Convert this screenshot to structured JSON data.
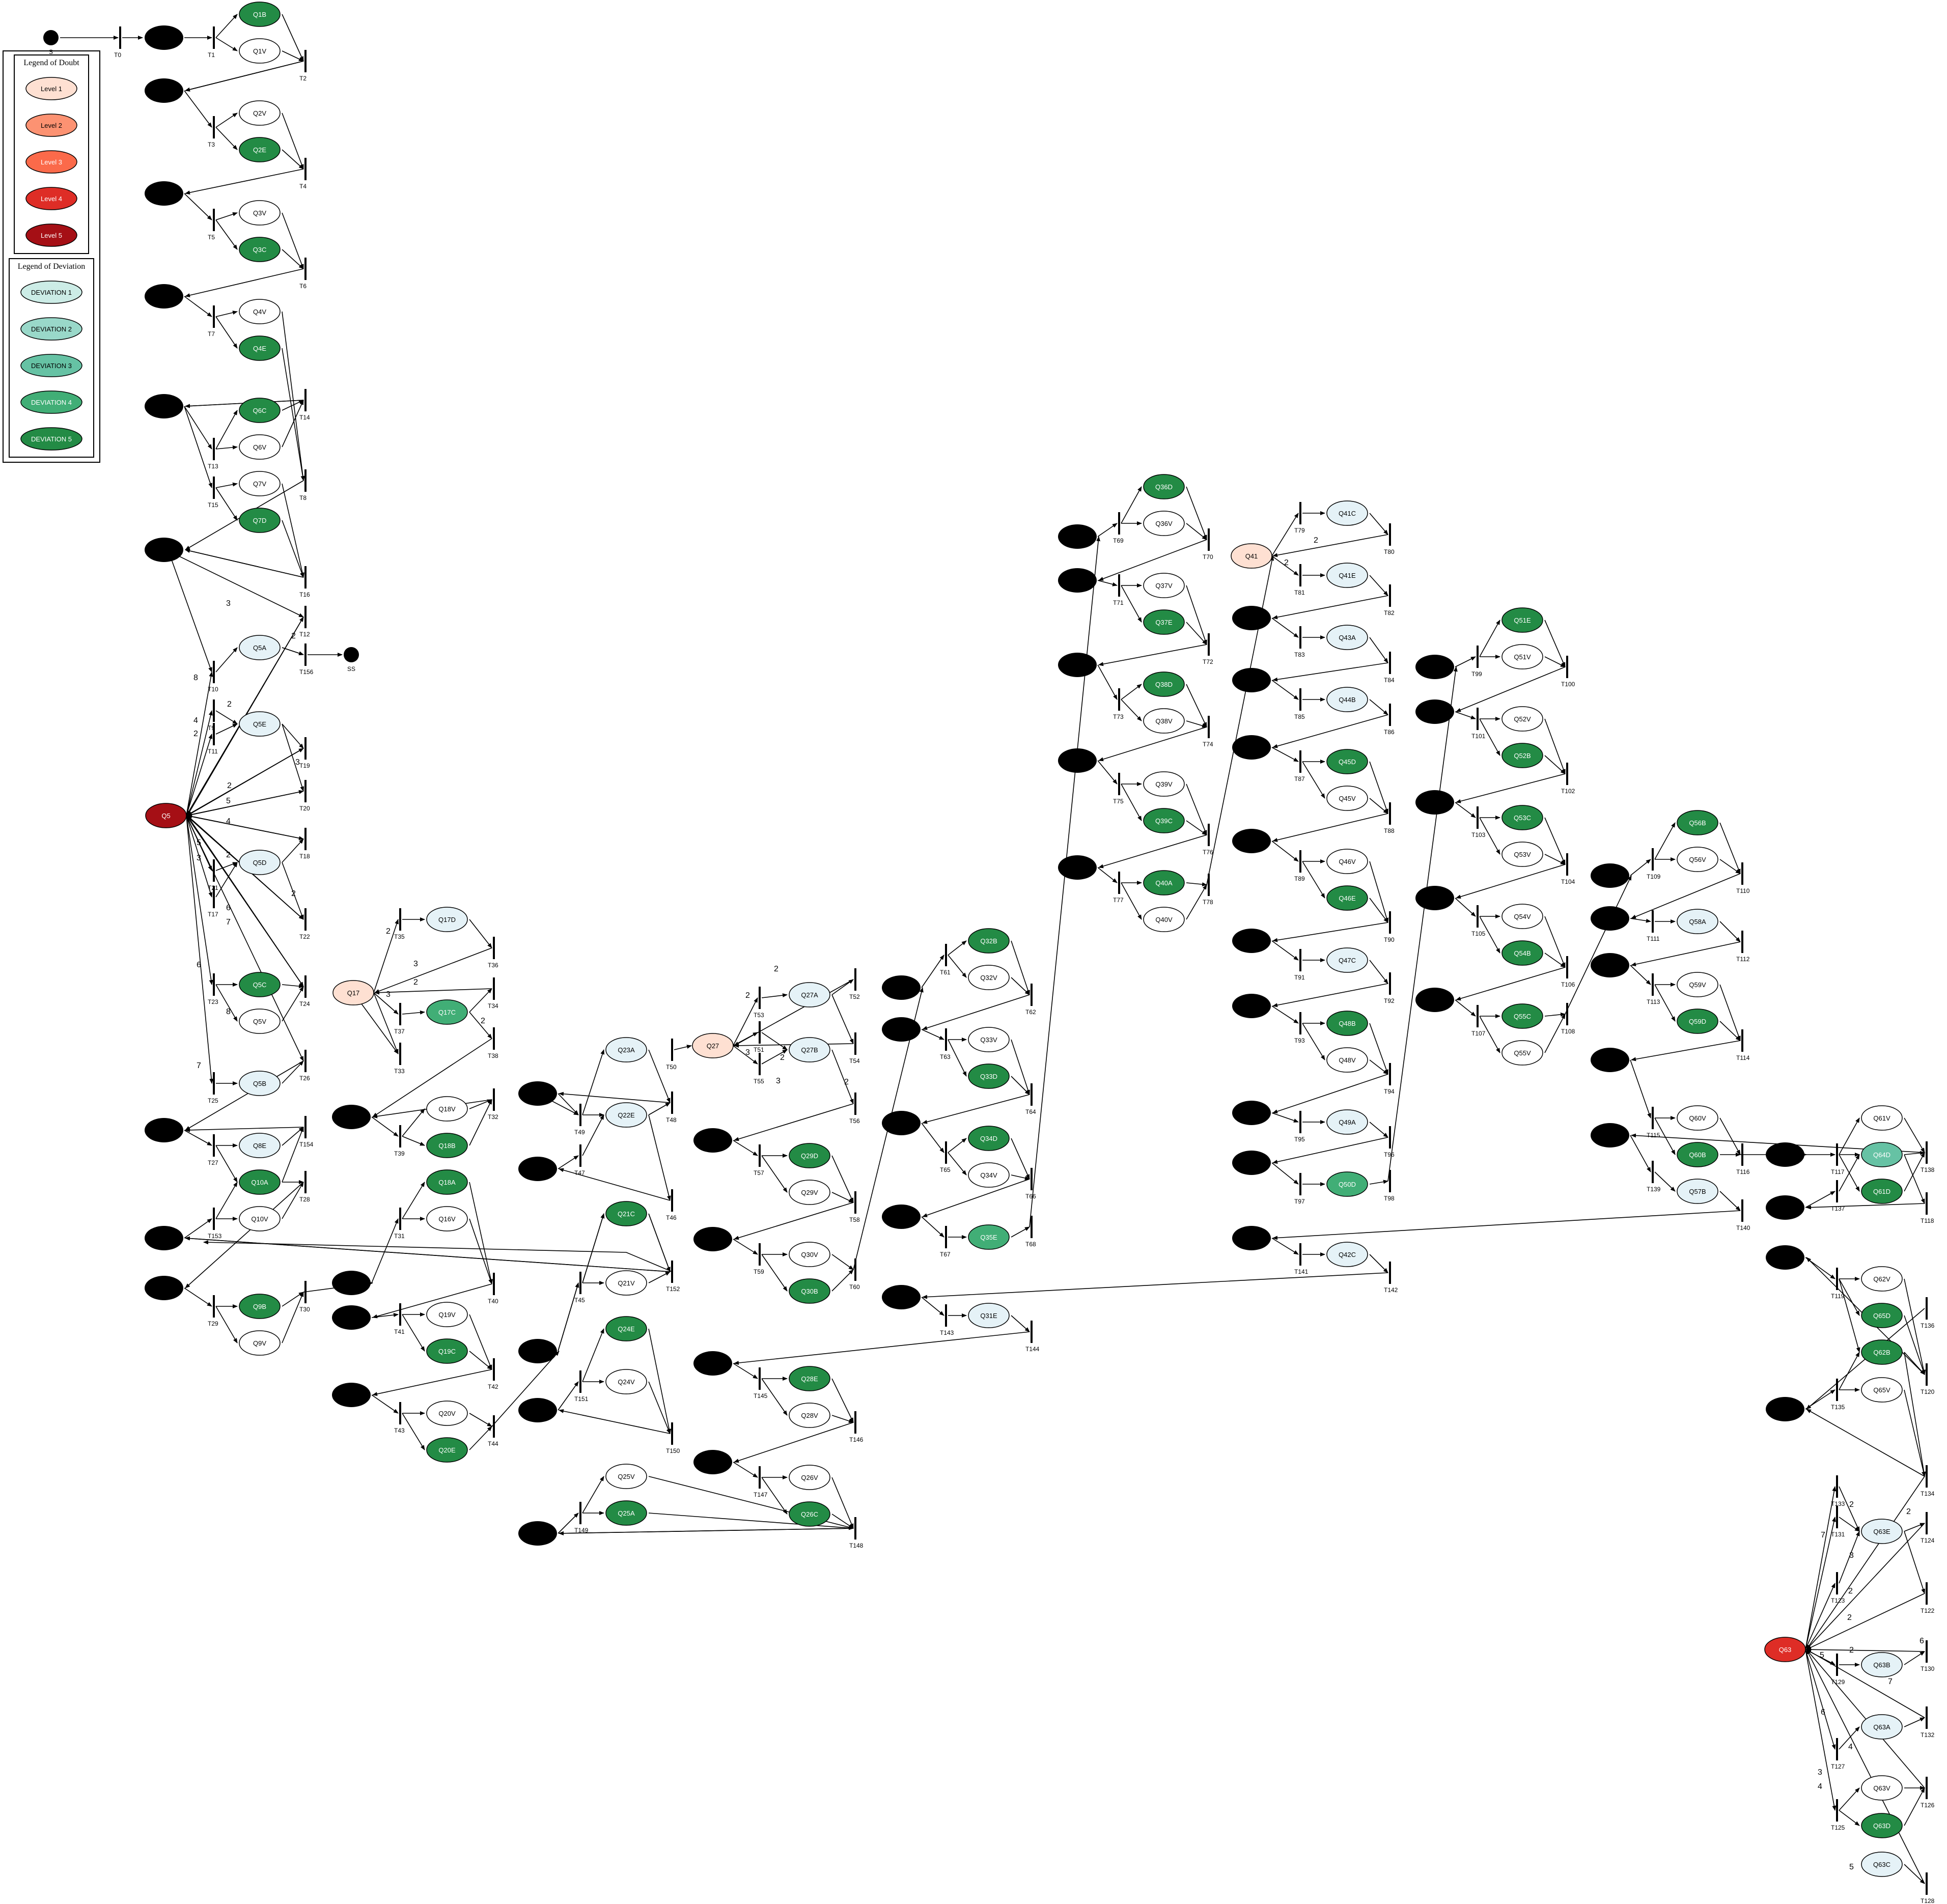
{
  "colors": {
    "level_1": "#fee0d2",
    "level_2": "#fc9272",
    "level_3": "#fb6a4a",
    "level_4": "#de2d26",
    "level_5": "#a50f15",
    "deviation_1": "#ccece6",
    "deviation_2": "#99d8c9",
    "deviation_3": "#66c2a4",
    "deviation_4": "#41ae76",
    "deviation_5": "#238b45",
    "light_blue": "#e5f2f7",
    "token": "#000000"
  },
  "legend_doubt": {
    "title": "Legend of Doubt",
    "items": [
      "Level 1",
      "Level 2",
      "Level 3",
      "Level 4",
      "Level 5"
    ]
  },
  "legend_deviation": {
    "title": "Legend of Deviation",
    "items": [
      "DEVIATION 1",
      "DEVIATION 2",
      "DEVIATION 3",
      "DEVIATION 4",
      "DEVIATION 5"
    ]
  },
  "places": [
    {
      "id": "S",
      "label": "S",
      "kind": "start"
    },
    {
      "id": "SS",
      "label": "SS",
      "kind": "end"
    },
    {
      "id": "Q1B",
      "label": "Q1B",
      "kind": "dev5"
    },
    {
      "id": "Q1V",
      "label": "Q1V",
      "kind": "plain"
    },
    {
      "id": "Q2V",
      "label": "Q2V",
      "kind": "plain"
    },
    {
      "id": "Q2E",
      "label": "Q2E",
      "kind": "dev5"
    },
    {
      "id": "Q3V",
      "label": "Q3V",
      "kind": "plain"
    },
    {
      "id": "Q3C",
      "label": "Q3C",
      "kind": "dev5"
    },
    {
      "id": "Q4V",
      "label": "Q4V",
      "kind": "plain"
    },
    {
      "id": "Q4E",
      "label": "Q4E",
      "kind": "dev5"
    },
    {
      "id": "Q6C",
      "label": "Q6C",
      "kind": "dev5"
    },
    {
      "id": "Q6V",
      "label": "Q6V",
      "kind": "plain"
    },
    {
      "id": "Q7V",
      "label": "Q7V",
      "kind": "plain"
    },
    {
      "id": "Q7D",
      "label": "Q7D",
      "kind": "dev5"
    },
    {
      "id": "Q5A",
      "label": "Q5A",
      "kind": "light"
    },
    {
      "id": "Q5E",
      "label": "Q5E",
      "kind": "light"
    },
    {
      "id": "Q5",
      "label": "Q5",
      "kind": "level5"
    },
    {
      "id": "Q5D",
      "label": "Q5D",
      "kind": "light"
    },
    {
      "id": "Q5C",
      "label": "Q5C",
      "kind": "dev5"
    },
    {
      "id": "Q5V",
      "label": "Q5V",
      "kind": "plain"
    },
    {
      "id": "Q5B",
      "label": "Q5B",
      "kind": "light"
    },
    {
      "id": "Q8E",
      "label": "Q8E",
      "kind": "light"
    },
    {
      "id": "Q10A",
      "label": "Q10A",
      "kind": "dev5"
    },
    {
      "id": "Q10V",
      "label": "Q10V",
      "kind": "plain"
    },
    {
      "id": "Q9B",
      "label": "Q9B",
      "kind": "dev5"
    },
    {
      "id": "Q9V",
      "label": "Q9V",
      "kind": "plain"
    },
    {
      "id": "Q17D",
      "label": "Q17D",
      "kind": "light"
    },
    {
      "id": "Q17",
      "label": "Q17",
      "kind": "level1"
    },
    {
      "id": "Q17C",
      "label": "Q17C",
      "kind": "dev4"
    },
    {
      "id": "Q18V",
      "label": "Q18V",
      "kind": "plain"
    },
    {
      "id": "Q18B",
      "label": "Q18B",
      "kind": "dev5"
    },
    {
      "id": "Q18A",
      "label": "Q18A",
      "kind": "dev5"
    },
    {
      "id": "Q16V",
      "label": "Q16V",
      "kind": "plain"
    },
    {
      "id": "Q19V",
      "label": "Q19V",
      "kind": "plain"
    },
    {
      "id": "Q19C",
      "label": "Q19C",
      "kind": "dev5"
    },
    {
      "id": "Q20V",
      "label": "Q20V",
      "kind": "plain"
    },
    {
      "id": "Q20E",
      "label": "Q20E",
      "kind": "dev5"
    },
    {
      "id": "Q23A",
      "label": "Q23A",
      "kind": "light"
    },
    {
      "id": "Q22E",
      "label": "Q22E",
      "kind": "light"
    },
    {
      "id": "Q21C",
      "label": "Q21C",
      "kind": "dev5"
    },
    {
      "id": "Q21V",
      "label": "Q21V",
      "kind": "plain"
    },
    {
      "id": "Q24E",
      "label": "Q24E",
      "kind": "dev5"
    },
    {
      "id": "Q24V",
      "label": "Q24V",
      "kind": "plain"
    },
    {
      "id": "Q25V",
      "label": "Q25V",
      "kind": "plain"
    },
    {
      "id": "Q25A",
      "label": "Q25A",
      "kind": "dev5"
    },
    {
      "id": "Q27",
      "label": "Q27",
      "kind": "level1"
    },
    {
      "id": "Q27A",
      "label": "Q27A",
      "kind": "light"
    },
    {
      "id": "Q27B",
      "label": "Q27B",
      "kind": "light"
    },
    {
      "id": "Q29D",
      "label": "Q29D",
      "kind": "dev5"
    },
    {
      "id": "Q29V",
      "label": "Q29V",
      "kind": "plain"
    },
    {
      "id": "Q30V",
      "label": "Q30V",
      "kind": "plain"
    },
    {
      "id": "Q30B",
      "label": "Q30B",
      "kind": "dev5"
    },
    {
      "id": "Q28E",
      "label": "Q28E",
      "kind": "dev5"
    },
    {
      "id": "Q28V",
      "label": "Q28V",
      "kind": "plain"
    },
    {
      "id": "Q26V",
      "label": "Q26V",
      "kind": "plain"
    },
    {
      "id": "Q26C",
      "label": "Q26C",
      "kind": "dev5"
    },
    {
      "id": "Q32B",
      "label": "Q32B",
      "kind": "dev5"
    },
    {
      "id": "Q32V",
      "label": "Q32V",
      "kind": "plain"
    },
    {
      "id": "Q33V",
      "label": "Q33V",
      "kind": "plain"
    },
    {
      "id": "Q33D",
      "label": "Q33D",
      "kind": "dev5"
    },
    {
      "id": "Q34D",
      "label": "Q34D",
      "kind": "dev5"
    },
    {
      "id": "Q34V",
      "label": "Q34V",
      "kind": "plain"
    },
    {
      "id": "Q35E",
      "label": "Q35E",
      "kind": "dev4"
    },
    {
      "id": "Q31E",
      "label": "Q31E",
      "kind": "light"
    },
    {
      "id": "Q36D",
      "label": "Q36D",
      "kind": "dev5"
    },
    {
      "id": "Q36V",
      "label": "Q36V",
      "kind": "plain"
    },
    {
      "id": "Q37V",
      "label": "Q37V",
      "kind": "plain"
    },
    {
      "id": "Q37E",
      "label": "Q37E",
      "kind": "dev5"
    },
    {
      "id": "Q38D",
      "label": "Q38D",
      "kind": "dev5"
    },
    {
      "id": "Q38V",
      "label": "Q38V",
      "kind": "plain"
    },
    {
      "id": "Q39V",
      "label": "Q39V",
      "kind": "plain"
    },
    {
      "id": "Q39C",
      "label": "Q39C",
      "kind": "dev5"
    },
    {
      "id": "Q40A",
      "label": "Q40A",
      "kind": "dev5"
    },
    {
      "id": "Q40V",
      "label": "Q40V",
      "kind": "plain"
    },
    {
      "id": "Q41",
      "label": "Q41",
      "kind": "level1"
    },
    {
      "id": "Q41C",
      "label": "Q41C",
      "kind": "light"
    },
    {
      "id": "Q41E",
      "label": "Q41E",
      "kind": "light"
    },
    {
      "id": "Q43A",
      "label": "Q43A",
      "kind": "light"
    },
    {
      "id": "Q44B",
      "label": "Q44B",
      "kind": "light"
    },
    {
      "id": "Q45D",
      "label": "Q45D",
      "kind": "dev5"
    },
    {
      "id": "Q45V",
      "label": "Q45V",
      "kind": "plain"
    },
    {
      "id": "Q46V",
      "label": "Q46V",
      "kind": "plain"
    },
    {
      "id": "Q46E",
      "label": "Q46E",
      "kind": "dev5"
    },
    {
      "id": "Q47C",
      "label": "Q47C",
      "kind": "light"
    },
    {
      "id": "Q48B",
      "label": "Q48B",
      "kind": "dev5"
    },
    {
      "id": "Q48V",
      "label": "Q48V",
      "kind": "plain"
    },
    {
      "id": "Q49A",
      "label": "Q49A",
      "kind": "light"
    },
    {
      "id": "Q50D",
      "label": "Q50D",
      "kind": "dev4"
    },
    {
      "id": "Q42C",
      "label": "Q42C",
      "kind": "light"
    },
    {
      "id": "Q51E",
      "label": "Q51E",
      "kind": "dev5"
    },
    {
      "id": "Q51V",
      "label": "Q51V",
      "kind": "plain"
    },
    {
      "id": "Q52V",
      "label": "Q52V",
      "kind": "plain"
    },
    {
      "id": "Q52B",
      "label": "Q52B",
      "kind": "dev5"
    },
    {
      "id": "Q53C",
      "label": "Q53C",
      "kind": "dev5"
    },
    {
      "id": "Q53V",
      "label": "Q53V",
      "kind": "plain"
    },
    {
      "id": "Q54V",
      "label": "Q54V",
      "kind": "plain"
    },
    {
      "id": "Q54B",
      "label": "Q54B",
      "kind": "dev5"
    },
    {
      "id": "Q55C",
      "label": "Q55C",
      "kind": "dev5"
    },
    {
      "id": "Q55V",
      "label": "Q55V",
      "kind": "plain"
    },
    {
      "id": "Q56B",
      "label": "Q56B",
      "kind": "dev5"
    },
    {
      "id": "Q56V",
      "label": "Q56V",
      "kind": "plain"
    },
    {
      "id": "Q58A",
      "label": "Q58A",
      "kind": "light"
    },
    {
      "id": "Q59V",
      "label": "Q59V",
      "kind": "plain"
    },
    {
      "id": "Q59D",
      "label": "Q59D",
      "kind": "dev5"
    },
    {
      "id": "Q60V",
      "label": "Q60V",
      "kind": "plain"
    },
    {
      "id": "Q60B",
      "label": "Q60B",
      "kind": "dev5"
    },
    {
      "id": "Q57B",
      "label": "Q57B",
      "kind": "light"
    },
    {
      "id": "Q61V",
      "label": "Q61V",
      "kind": "plain"
    },
    {
      "id": "Q64D",
      "label": "Q64D",
      "kind": "dev3"
    },
    {
      "id": "Q61D",
      "label": "Q61D",
      "kind": "dev5"
    },
    {
      "id": "Q62V",
      "label": "Q62V",
      "kind": "plain"
    },
    {
      "id": "Q65D",
      "label": "Q65D",
      "kind": "dev5"
    },
    {
      "id": "Q62B",
      "label": "Q62B",
      "kind": "dev5"
    },
    {
      "id": "Q65V",
      "label": "Q65V",
      "kind": "plain"
    },
    {
      "id": "Q63E",
      "label": "Q63E",
      "kind": "light"
    },
    {
      "id": "Q63",
      "label": "Q63",
      "kind": "level4"
    },
    {
      "id": "Q63B",
      "label": "Q63B",
      "kind": "light"
    },
    {
      "id": "Q63A",
      "label": "Q63A",
      "kind": "light"
    },
    {
      "id": "Q63V",
      "label": "Q63V",
      "kind": "plain"
    },
    {
      "id": "Q63D",
      "label": "Q63D",
      "kind": "dev5"
    },
    {
      "id": "Q63C",
      "label": "Q63C",
      "kind": "light"
    }
  ],
  "transitions": [
    "T0",
    "T1",
    "T2",
    "T3",
    "T4",
    "T5",
    "T6",
    "T7",
    "T8",
    "T13",
    "T14",
    "T15",
    "T16",
    "T12",
    "T156",
    "T10",
    "T9",
    "T11",
    "T19",
    "T20",
    "T18",
    "T21",
    "T22",
    "T17",
    "T23",
    "T24",
    "T25",
    "T26",
    "T27",
    "T154",
    "T153",
    "T28",
    "T29",
    "T30",
    "T35",
    "T36",
    "T34",
    "T37",
    "T38",
    "T33",
    "T32",
    "T39",
    "T31",
    "T40",
    "T41",
    "T42",
    "T43",
    "T44",
    "T49",
    "T48",
    "T47",
    "T46",
    "T50",
    "T53",
    "T52",
    "T51",
    "T54",
    "T55",
    "T56",
    "T57",
    "T58",
    "T59",
    "T60",
    "T45",
    "T152",
    "T151",
    "T150",
    "T149",
    "T145",
    "T146",
    "T147",
    "T148",
    "T61",
    "T62",
    "T63",
    "T64",
    "T65",
    "T66",
    "T67",
    "T68",
    "T143",
    "T144",
    "T69",
    "T70",
    "T71",
    "T72",
    "T73",
    "T74",
    "T75",
    "T76",
    "T77",
    "T78",
    "T79",
    "T80",
    "T81",
    "T82",
    "T83",
    "T84",
    "T85",
    "T86",
    "T87",
    "T88",
    "T89",
    "T90",
    "T91",
    "T92",
    "T93",
    "T94",
    "T95",
    "T96",
    "T97",
    "T98",
    "T141",
    "T142",
    "T99",
    "T100",
    "T101",
    "T102",
    "T103",
    "T104",
    "T105",
    "T106",
    "T107",
    "T108",
    "T109",
    "T110",
    "T111",
    "T112",
    "T113",
    "T114",
    "T115",
    "T139",
    "T116",
    "T140",
    "T117",
    "T137",
    "T138",
    "T118",
    "T119",
    "T136",
    "T120",
    "T135",
    "T134",
    "T133",
    "T131",
    "T123",
    "T124",
    "T122",
    "T130",
    "T129",
    "T132",
    "T127",
    "T126",
    "T125",
    "T128"
  ],
  "arc_weights": [
    "2",
    "3",
    "8",
    "4",
    "5",
    "6",
    "7"
  ]
}
